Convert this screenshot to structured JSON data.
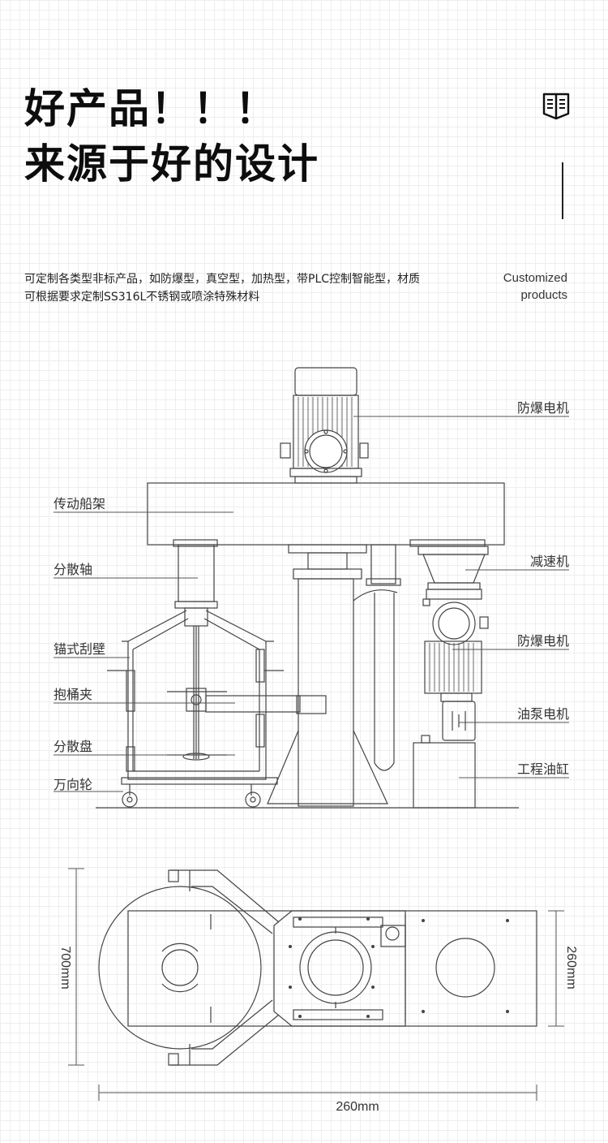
{
  "header": {
    "title_line1": "好产品！！！",
    "title_line2": "来源于好的设计",
    "description": "可定制各类型非标产品，如防爆型，真空型，加热型，带PLC控制智能型，材质可根据要求定制SS316L不锈钢或喷涂特殊材料",
    "tag_line1": "Customized",
    "tag_line2": "products",
    "icon": "book-icon"
  },
  "labels": {
    "motor_top": "防爆电机",
    "frame": "传动船架",
    "shaft": "分散轴",
    "anchor": "锚式刮壁",
    "reducer": "减速机",
    "motor_side": "防爆电机",
    "clamp": "抱桶夹",
    "pump_motor": "油泵电机",
    "disc": "分散盘",
    "cylinder": "工程油缸",
    "caster": "万向轮"
  },
  "dimensions": {
    "height": "700mm",
    "depth": "260mm",
    "width": "260mm"
  },
  "colors": {
    "line": "#444444",
    "grid": "#eeeeee"
  }
}
